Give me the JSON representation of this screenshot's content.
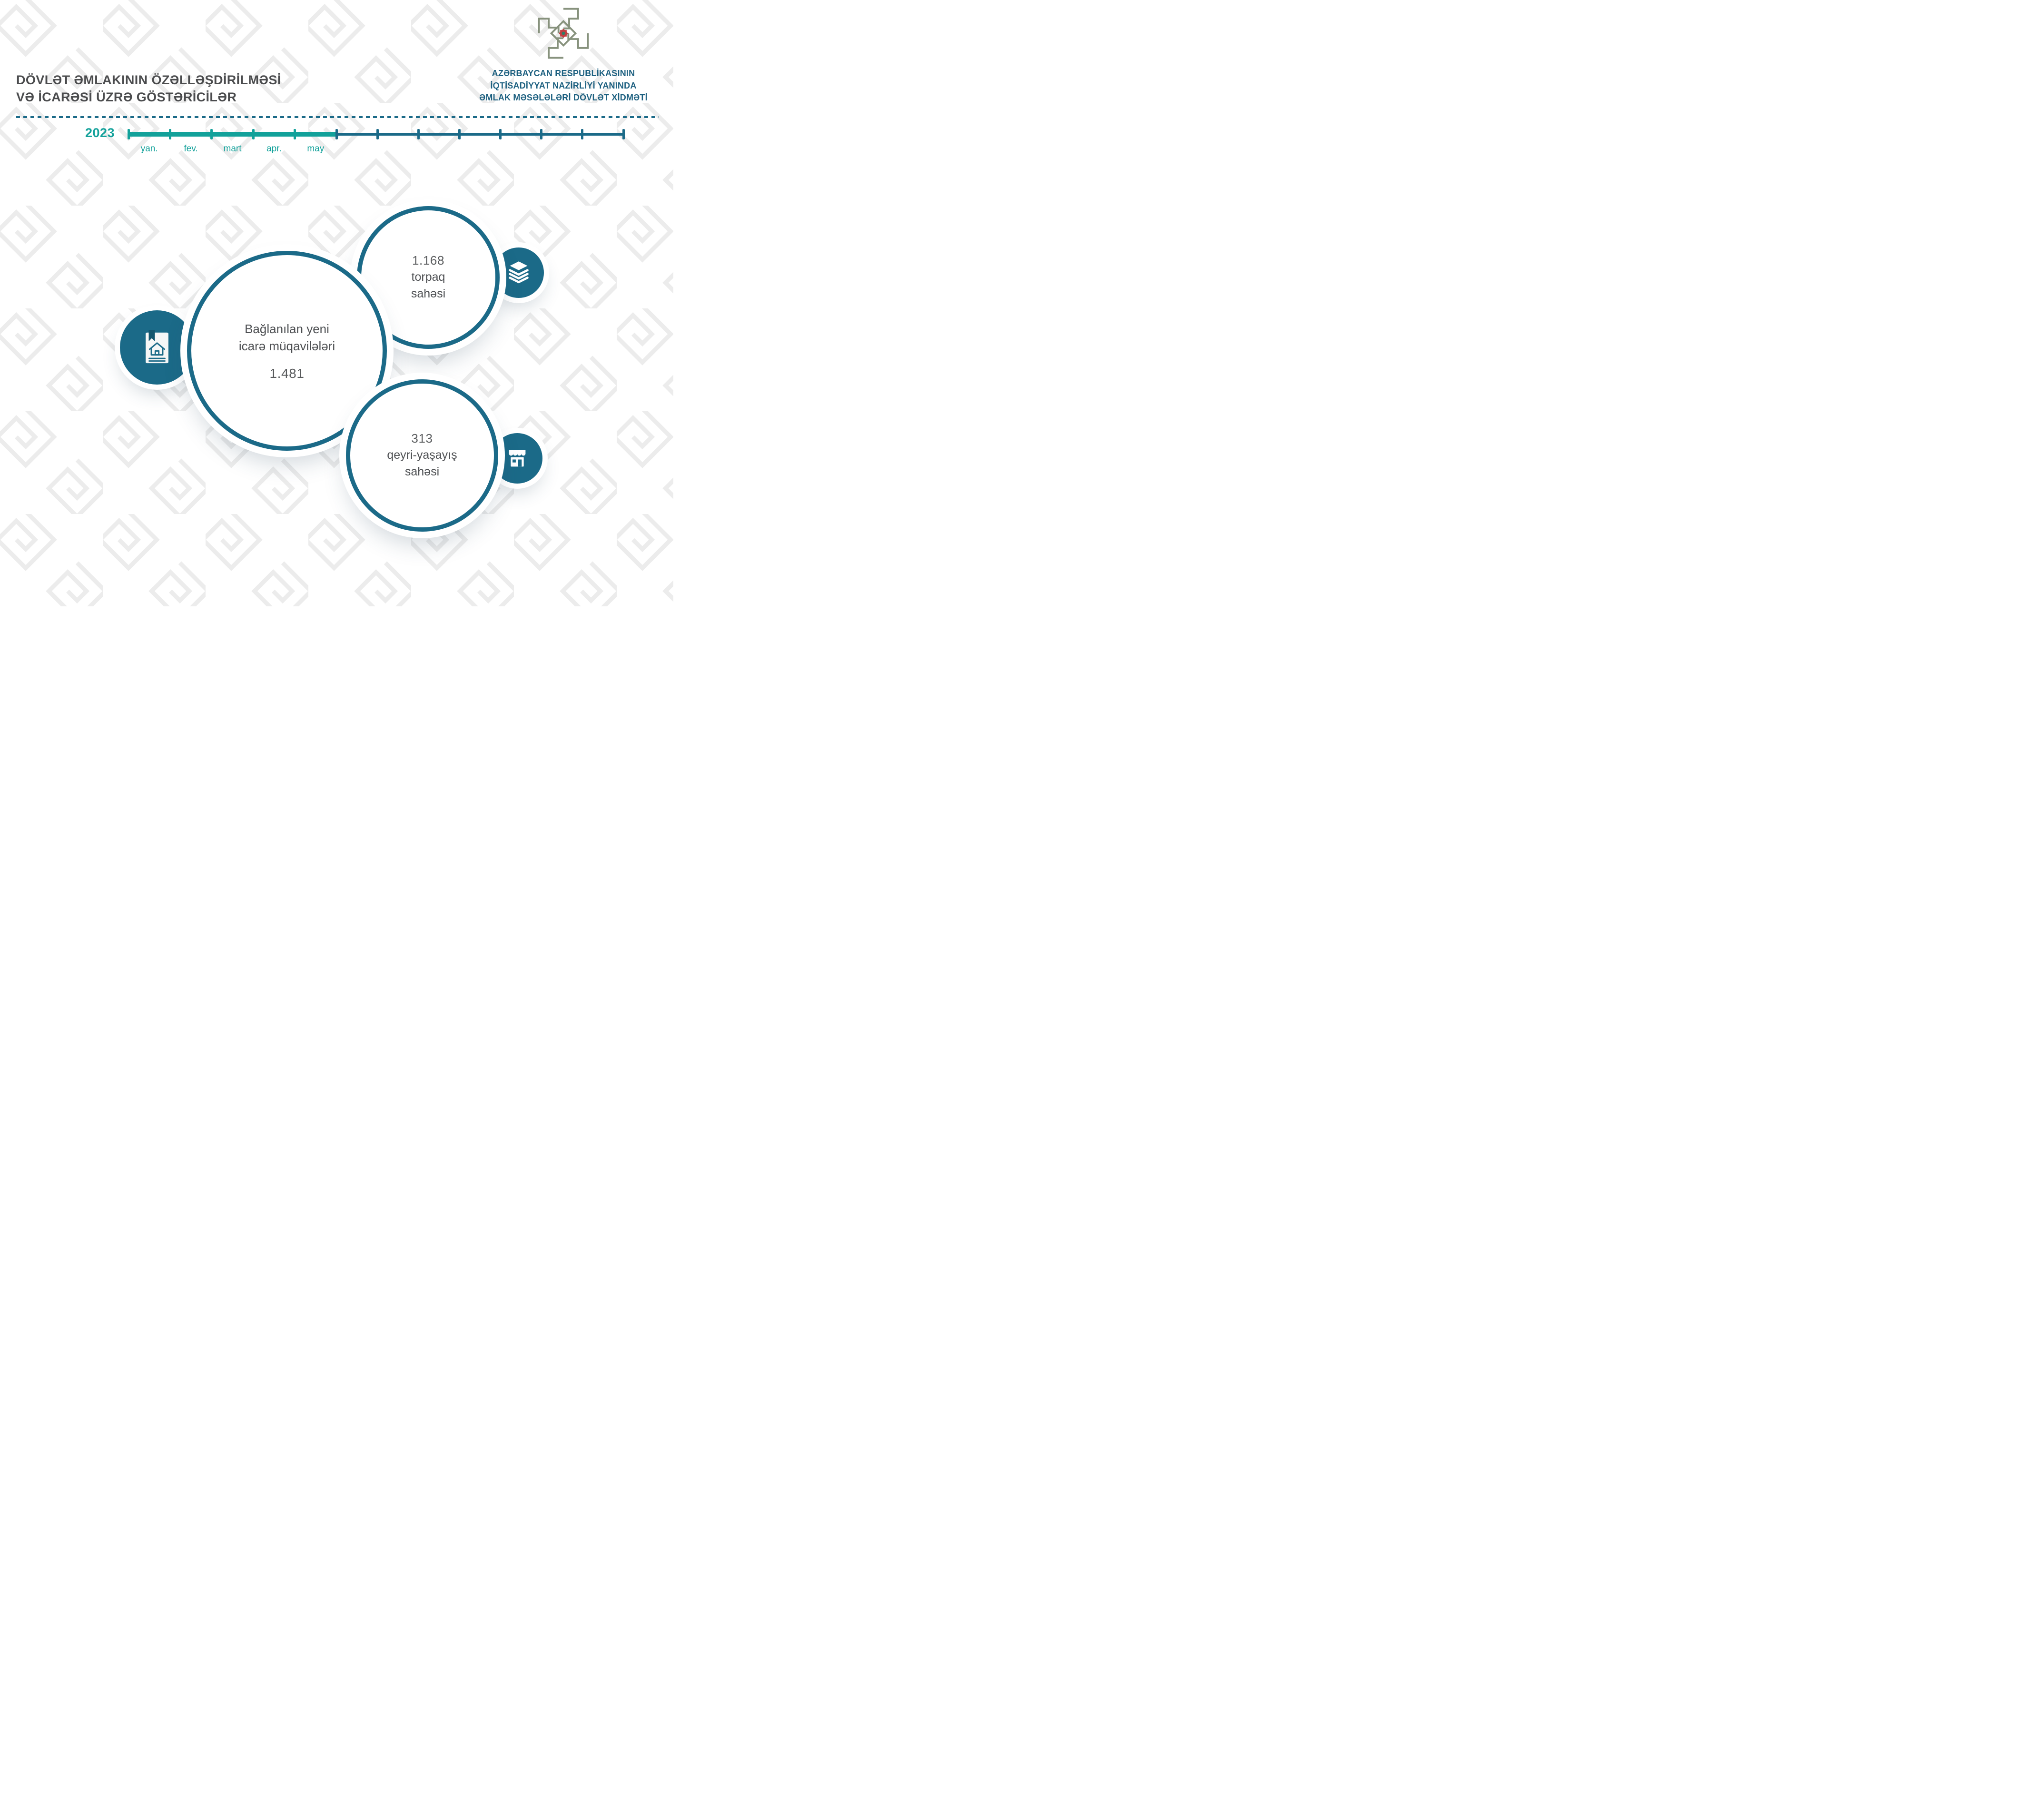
{
  "title": {
    "line1": "DÖVLƏT ƏMLAKININ ÖZƏLLƏŞDİRİLMƏSİ",
    "line2": "VƏ İCARƏSİ ÜZRƏ GÖSTƏRİCİLƏR"
  },
  "header": {
    "logo_name": "emlak-xidmeti-emblem",
    "org_line1": "AZƏRBAYCAN RESPUBLİKASININ",
    "org_line2": "İQTİSADİYYAT NAZİRLİYİ YANINDA",
    "org_line3": "ƏMLAK MƏSƏLƏLƏRİ DÖVLƏT XİDMƏTİ"
  },
  "timeline": {
    "year": "2023",
    "months_active": [
      "yan.",
      "fev.",
      "mart",
      "apr.",
      "may"
    ],
    "total_segments": 12,
    "active_segments": 5
  },
  "stats": {
    "contracts": {
      "label_line1": "Bağlanılan yeni",
      "label_line2": "icarə müqavilələri",
      "value": "1.481",
      "icon": "lease-contract-document-icon"
    },
    "land": {
      "value": "1.168",
      "label_line1": "torpaq",
      "label_line2": "sahəsi",
      "icon": "land-layers-icon"
    },
    "non_residential": {
      "value": "313",
      "label_line1": "qeyri-yaşayış",
      "label_line2": "sahəsi",
      "icon": "storefront-icon"
    }
  },
  "colors": {
    "accent_active": "#12a19a",
    "brand_teal": "#1b6a88",
    "title_gray": "#4b4c4e",
    "header_teal": "#1d6080",
    "logo_olive": "#87927d"
  }
}
